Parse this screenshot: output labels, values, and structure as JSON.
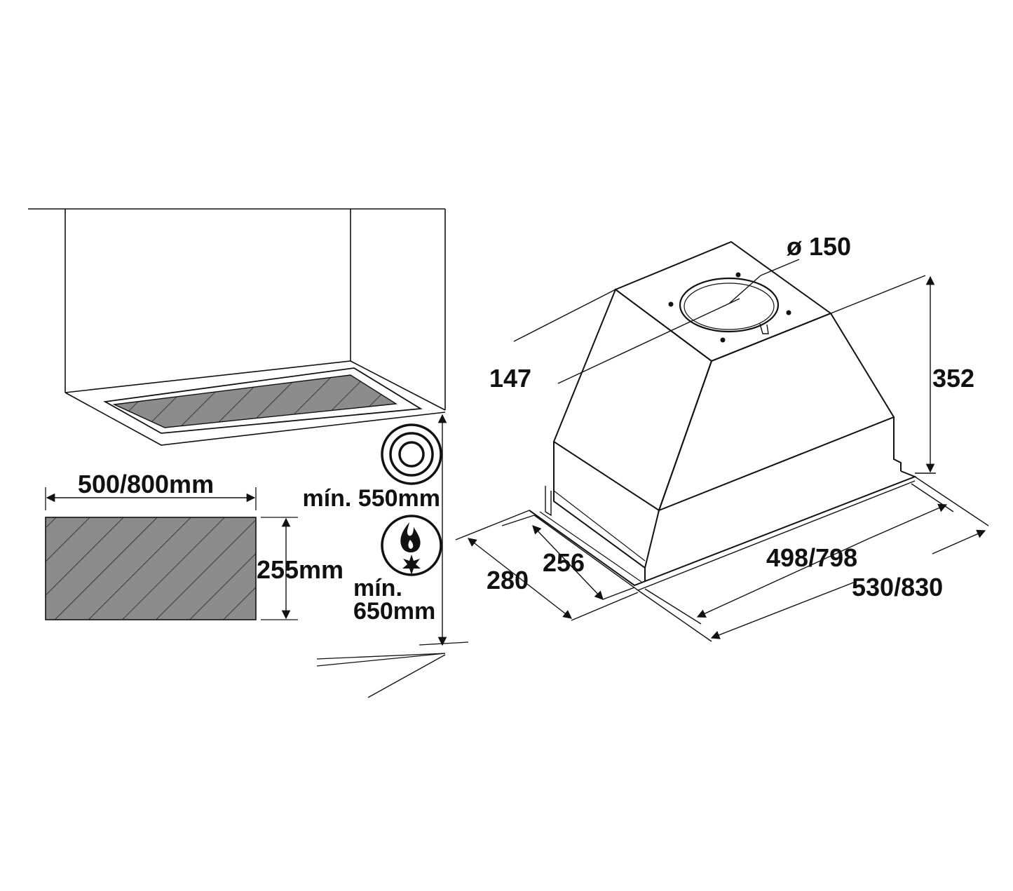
{
  "colors": {
    "line": "#111111",
    "hatch_fill": "#8c8c8c",
    "background": "#ffffff"
  },
  "installation": {
    "cutout_width_label": "500/800mm",
    "cutout_depth_label": "255mm",
    "electric_hob_icon": "electric-hob-icon",
    "electric_min_label": "mín. 550mm",
    "gas_hob_icon": "gas-flame-icon",
    "gas_min_label_line1": "mín.",
    "gas_min_label_line2": "650mm"
  },
  "hood": {
    "outlet_diameter_label": "ø 150",
    "outlet_offset_label": "147",
    "height_label": "352",
    "inner_depth_label": "256",
    "outer_depth_label": "280",
    "inner_width_label": "498/798",
    "outer_width_label": "530/830"
  }
}
